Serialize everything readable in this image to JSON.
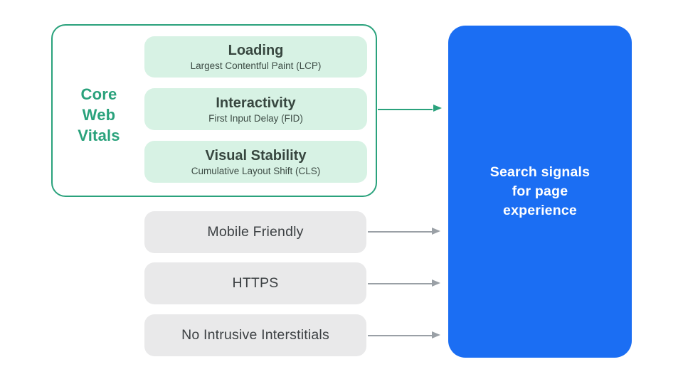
{
  "core_web_vitals": {
    "label": "Core\nWeb\nVitals",
    "items": [
      {
        "title": "Loading",
        "subtitle": "Largest Contentful Paint (LCP)"
      },
      {
        "title": "Interactivity",
        "subtitle": "First Input Delay (FID)"
      },
      {
        "title": "Visual Stability",
        "subtitle": "Cumulative Layout Shift (CLS)"
      }
    ]
  },
  "other_signals": [
    {
      "label": "Mobile Friendly"
    },
    {
      "label": "HTTPS"
    },
    {
      "label": "No Intrusive Interstitials"
    }
  ],
  "result": {
    "label": "Search signals\nfor page\nexperience"
  },
  "colors": {
    "accent_green": "#2aa27c",
    "mint_fill": "#d7f2e4",
    "dark_green_text": "#37463f",
    "gray_fill": "#e9e9ea",
    "gray_text": "#3c4043",
    "arrow_gray": "#9aa0a6",
    "blue_fill": "#1b6ef3",
    "white_text": "#ffffff"
  }
}
